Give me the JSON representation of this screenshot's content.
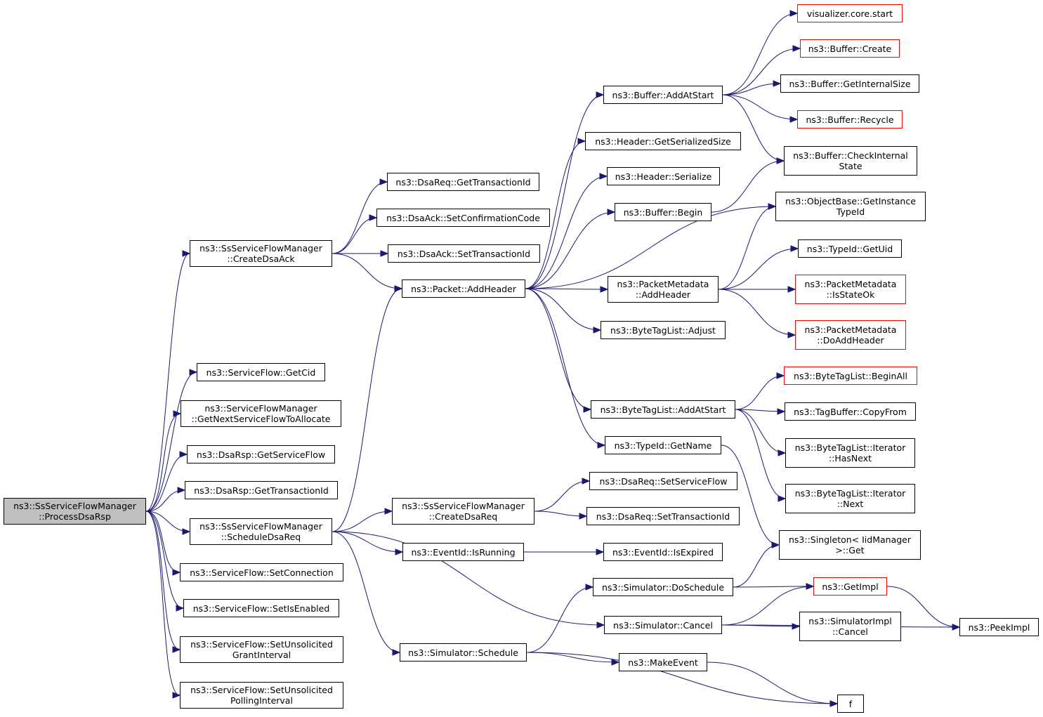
{
  "edge_color": "#191970",
  "colors": {
    "node_border": "#000000",
    "red_border": "#ff0000",
    "root_fill": "#bfbfbf"
  },
  "nodes": {
    "root": {
      "lines": [
        "ns3::SsServiceFlowManager",
        "::ProcessDsaRsp"
      ]
    },
    "createDsaAck": {
      "lines": [
        "ns3::SsServiceFlowManager",
        "::CreateDsaAck"
      ]
    },
    "sfGetCid": {
      "lines": [
        "ns3::ServiceFlow::GetCid"
      ]
    },
    "sfmGetNext": {
      "lines": [
        "ns3::ServiceFlowManager",
        "::GetNextServiceFlowToAllocate"
      ]
    },
    "dsaRspGetSF": {
      "lines": [
        "ns3::DsaRsp::GetServiceFlow"
      ]
    },
    "dsaRspGetTid": {
      "lines": [
        "ns3::DsaRsp::GetTransactionId"
      ]
    },
    "scheduleDsaReq": {
      "lines": [
        "ns3::SsServiceFlowManager",
        "::ScheduleDsaReq"
      ]
    },
    "sfSetConnection": {
      "lines": [
        "ns3::ServiceFlow::SetConnection"
      ]
    },
    "sfSetIsEnabled": {
      "lines": [
        "ns3::ServiceFlow::SetIsEnabled"
      ]
    },
    "sfSetGrant": {
      "lines": [
        "ns3::ServiceFlow::SetUnsolicited",
        "GrantInterval"
      ]
    },
    "sfSetPolling": {
      "lines": [
        "ns3::ServiceFlow::SetUnsolicited",
        "PollingInterval"
      ]
    },
    "dsaReqGetTid": {
      "lines": [
        "ns3::DsaReq::GetTransactionId"
      ]
    },
    "dsaAckSetConf": {
      "lines": [
        "ns3::DsaAck::SetConfirmationCode"
      ]
    },
    "dsaAckSetTid": {
      "lines": [
        "ns3::DsaAck::SetTransactionId"
      ]
    },
    "packetAddHeader": {
      "lines": [
        "ns3::Packet::AddHeader"
      ]
    },
    "createDsaReq": {
      "lines": [
        "ns3::SsServiceFlowManager",
        "::CreateDsaReq"
      ]
    },
    "eventIsRunning": {
      "lines": [
        "ns3::EventId::IsRunning"
      ]
    },
    "simSchedule": {
      "lines": [
        "ns3::Simulator::Schedule"
      ]
    },
    "bufAddAtStart": {
      "lines": [
        "ns3::Buffer::AddAtStart"
      ]
    },
    "hdrGetSize": {
      "lines": [
        "ns3::Header::GetSerializedSize"
      ]
    },
    "hdrSerialize": {
      "lines": [
        "ns3::Header::Serialize"
      ]
    },
    "bufBegin": {
      "lines": [
        "ns3::Buffer::Begin"
      ]
    },
    "pmAddHeader": {
      "lines": [
        "ns3::PacketMetadata",
        "::AddHeader"
      ]
    },
    "btlAdjust": {
      "lines": [
        "ns3::ByteTagList::Adjust"
      ]
    },
    "btlAddAtStart": {
      "lines": [
        "ns3::ByteTagList::AddAtStart"
      ]
    },
    "typeIdGetName": {
      "lines": [
        "ns3::TypeId::GetName"
      ]
    },
    "dsaReqSetSF": {
      "lines": [
        "ns3::DsaReq::SetServiceFlow"
      ]
    },
    "dsaReqSetTid": {
      "lines": [
        "ns3::DsaReq::SetTransactionId"
      ]
    },
    "eventIsExpired": {
      "lines": [
        "ns3::EventId::IsExpired"
      ]
    },
    "simDoSchedule": {
      "lines": [
        "ns3::Simulator::DoSchedule"
      ]
    },
    "simCancel": {
      "lines": [
        "ns3::Simulator::Cancel"
      ]
    },
    "makeEvent": {
      "lines": [
        "ns3::MakeEvent"
      ]
    },
    "vizStart": {
      "lines": [
        "visualizer.core.start"
      ]
    },
    "bufCreate": {
      "lines": [
        "ns3::Buffer::Create"
      ]
    },
    "bufGetInternalSize": {
      "lines": [
        "ns3::Buffer::GetInternalSize"
      ]
    },
    "bufRecycle": {
      "lines": [
        "ns3::Buffer::Recycle"
      ]
    },
    "bufCheckInternal": {
      "lines": [
        "ns3::Buffer::CheckInternal",
        "State"
      ]
    },
    "objGetInstance": {
      "lines": [
        "ns3::ObjectBase::GetInstance",
        "TypeId"
      ]
    },
    "typeIdGetUid": {
      "lines": [
        "ns3::TypeId::GetUid"
      ]
    },
    "pmIsStateOk": {
      "lines": [
        "ns3::PacketMetadata",
        "::IsStateOk"
      ]
    },
    "pmDoAddHeader": {
      "lines": [
        "ns3::PacketMetadata",
        "::DoAddHeader"
      ]
    },
    "btlBeginAll": {
      "lines": [
        "ns3::ByteTagList::BeginAll"
      ]
    },
    "tagBufCopyFrom": {
      "lines": [
        "ns3::TagBuffer::CopyFrom"
      ]
    },
    "btlIterHasNext": {
      "lines": [
        "ns3::ByteTagList::Iterator",
        "::HasNext"
      ]
    },
    "btlIterNext": {
      "lines": [
        "ns3::ByteTagList::Iterator",
        "::Next"
      ]
    },
    "singletonGet": {
      "lines": [
        "ns3::Singleton< IidManager",
        ">::Get"
      ]
    },
    "getImpl": {
      "lines": [
        "ns3::GetImpl"
      ]
    },
    "simImplCancel": {
      "lines": [
        "ns3::SimulatorImpl",
        "::Cancel"
      ]
    },
    "f": {
      "lines": [
        "f"
      ]
    },
    "peekImpl": {
      "lines": [
        "ns3::PeekImpl"
      ]
    }
  },
  "edges": [
    [
      "root",
      "createDsaAck"
    ],
    [
      "root",
      "sfGetCid"
    ],
    [
      "root",
      "sfmGetNext"
    ],
    [
      "root",
      "dsaRspGetSF"
    ],
    [
      "root",
      "dsaRspGetTid"
    ],
    [
      "root",
      "scheduleDsaReq"
    ],
    [
      "root",
      "sfSetConnection"
    ],
    [
      "root",
      "sfSetIsEnabled"
    ],
    [
      "root",
      "sfSetGrant"
    ],
    [
      "root",
      "sfSetPolling"
    ],
    [
      "createDsaAck",
      "dsaReqGetTid"
    ],
    [
      "createDsaAck",
      "dsaAckSetConf"
    ],
    [
      "createDsaAck",
      "dsaAckSetTid"
    ],
    [
      "createDsaAck",
      "packetAddHeader"
    ],
    [
      "scheduleDsaReq",
      "packetAddHeader"
    ],
    [
      "scheduleDsaReq",
      "createDsaReq"
    ],
    [
      "scheduleDsaReq",
      "eventIsRunning"
    ],
    [
      "scheduleDsaReq",
      "simSchedule"
    ],
    [
      "scheduleDsaReq",
      "simCancel"
    ],
    [
      "packetAddHeader",
      "bufAddAtStart"
    ],
    [
      "packetAddHeader",
      "hdrGetSize"
    ],
    [
      "packetAddHeader",
      "hdrSerialize"
    ],
    [
      "packetAddHeader",
      "bufBegin"
    ],
    [
      "packetAddHeader",
      "objGetInstance"
    ],
    [
      "packetAddHeader",
      "pmAddHeader"
    ],
    [
      "packetAddHeader",
      "btlAdjust"
    ],
    [
      "packetAddHeader",
      "btlAddAtStart"
    ],
    [
      "packetAddHeader",
      "typeIdGetName"
    ],
    [
      "createDsaReq",
      "dsaReqSetSF"
    ],
    [
      "createDsaReq",
      "dsaReqSetTid"
    ],
    [
      "eventIsRunning",
      "eventIsExpired"
    ],
    [
      "simSchedule",
      "simDoSchedule"
    ],
    [
      "simSchedule",
      "makeEvent"
    ],
    [
      "simSchedule",
      "f"
    ],
    [
      "bufAddAtStart",
      "vizStart"
    ],
    [
      "bufAddAtStart",
      "bufCreate"
    ],
    [
      "bufAddAtStart",
      "bufGetInternalSize"
    ],
    [
      "bufAddAtStart",
      "bufRecycle"
    ],
    [
      "bufAddAtStart",
      "bufCheckInternal"
    ],
    [
      "bufBegin",
      "bufCheckInternal"
    ],
    [
      "pmAddHeader",
      "objGetInstance"
    ],
    [
      "pmAddHeader",
      "typeIdGetUid"
    ],
    [
      "pmAddHeader",
      "pmIsStateOk"
    ],
    [
      "pmAddHeader",
      "pmDoAddHeader"
    ],
    [
      "btlAddAtStart",
      "btlBeginAll"
    ],
    [
      "btlAddAtStart",
      "tagBufCopyFrom"
    ],
    [
      "btlAddAtStart",
      "btlIterHasNext"
    ],
    [
      "btlAddAtStart",
      "btlIterNext"
    ],
    [
      "typeIdGetName",
      "singletonGet"
    ],
    [
      "simDoSchedule",
      "singletonGet"
    ],
    [
      "simDoSchedule",
      "getImpl"
    ],
    [
      "simCancel",
      "getImpl"
    ],
    [
      "simCancel",
      "simImplCancel"
    ],
    [
      "simCancel",
      "peekImpl"
    ],
    [
      "makeEvent",
      "f"
    ],
    [
      "getImpl",
      "peekImpl"
    ]
  ]
}
